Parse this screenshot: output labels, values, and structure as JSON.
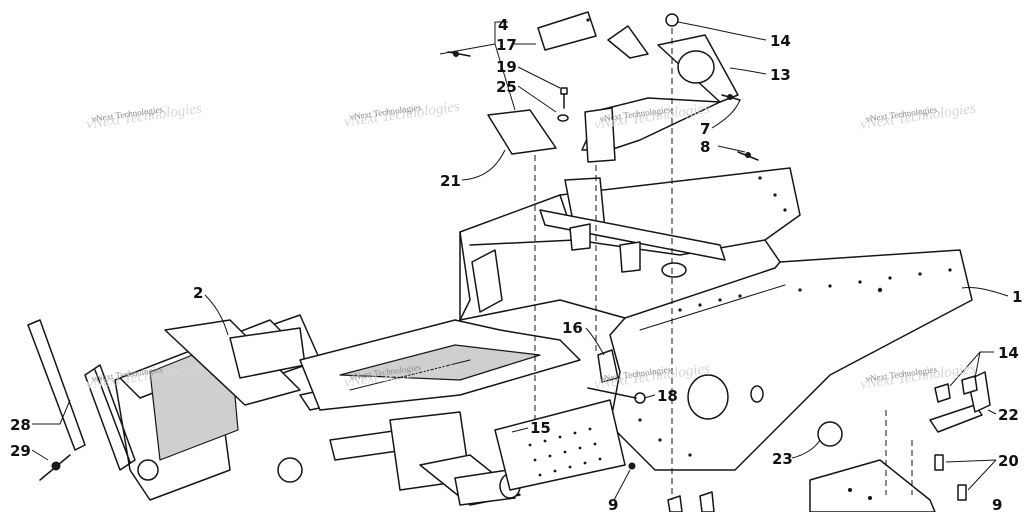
{
  "callouts": {
    "c1": "1",
    "c2": "2",
    "c4": "4",
    "c7": "7",
    "c8": "8",
    "c9a": "9",
    "c9b": "9",
    "c13": "13",
    "c14a": "14",
    "c14b": "14",
    "c15": "15",
    "c16": "16",
    "c17": "17",
    "c18": "18",
    "c19": "19",
    "c20": "20",
    "c21": "21",
    "c22": "22",
    "c23": "23",
    "c25": "25",
    "c28": "28",
    "c29": "29"
  },
  "watermark": {
    "text": "vNext Technologies"
  }
}
